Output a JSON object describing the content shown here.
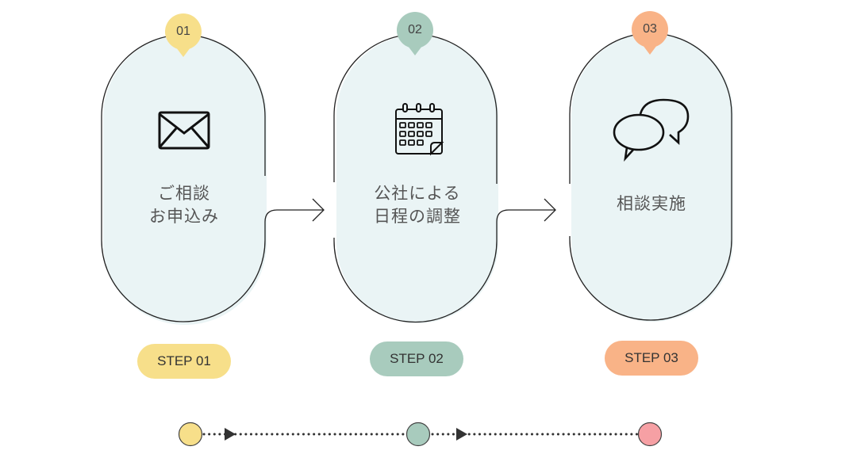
{
  "steps": [
    {
      "number": "01",
      "label_line1": "ご相談",
      "label_line2": "お申込み",
      "pill": "STEP 01",
      "icon": "envelope-icon",
      "color": "#f7df8a",
      "dot_color": "#f7df8a"
    },
    {
      "number": "02",
      "label_line1": "公社による",
      "label_line2": "日程の調整",
      "pill": "STEP 02",
      "icon": "calendar-icon",
      "color": "#a8cbbd",
      "dot_color": "#a8cbbd"
    },
    {
      "number": "03",
      "label_line1": "相談実施",
      "label_line2": "",
      "pill": "STEP 03",
      "icon": "chat-bubbles-icon",
      "color": "#f9b387",
      "dot_color": "#f6a0a4"
    }
  ],
  "colors": {
    "card_fill": "#eaf4f5",
    "stroke": "#222222",
    "text": "#555555",
    "timeline": "#333333"
  }
}
